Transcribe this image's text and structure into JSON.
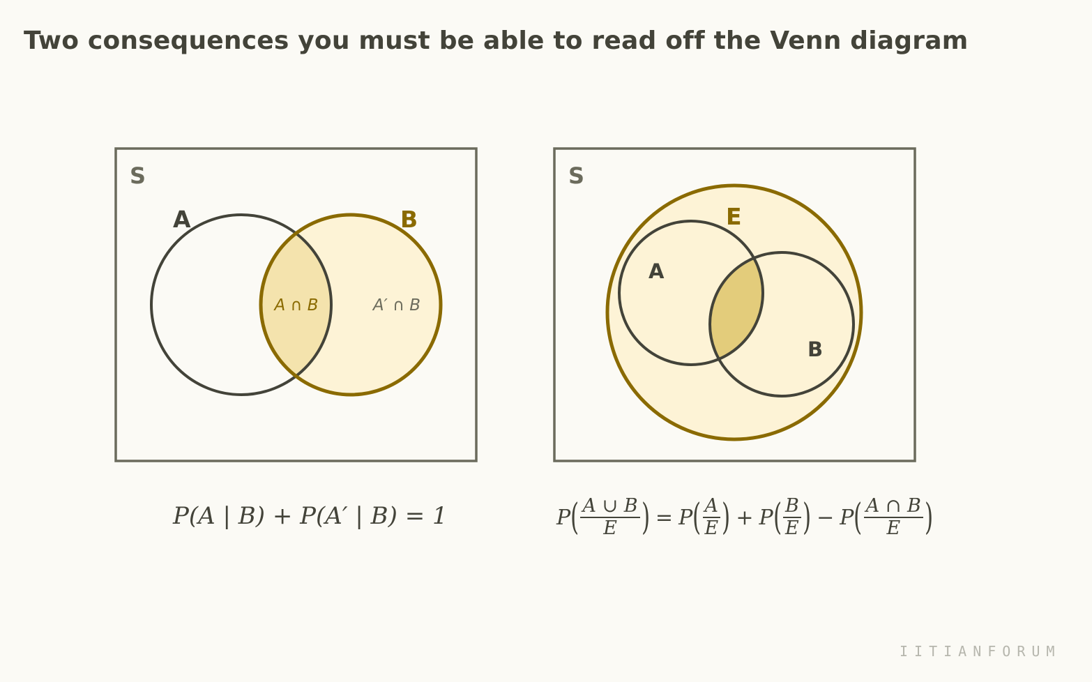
{
  "title": "Two consequences you must be able to read off the Venn diagram",
  "left_panel": {
    "universe_label": "S",
    "set_a_label": "A",
    "set_b_label": "B",
    "region_a_and_b": "A ∩ B",
    "region_not_a_and_b": "A′ ∩ B",
    "formula": {
      "p": "P",
      "lhs_open": "(A | B) + ",
      "rhs": "(A′ | B) = 1"
    }
  },
  "right_panel": {
    "universe_label": "S",
    "set_e_label": "E",
    "set_a_label": "A",
    "set_b_label": "B",
    "formula": {
      "p": "P",
      "union_num": "A ∪ B",
      "intersect_num": "A ∩ B",
      "a_num": "A",
      "b_num": "B",
      "den": "E",
      "eq": "=",
      "plus": "+",
      "minus": "−"
    }
  },
  "watermark": "IITIANFORUM",
  "colors": {
    "dark": "#434339",
    "gold": "#8a6a00",
    "cream_fill": "#fdf3d6",
    "overlap_light": "#f4e3ad",
    "overlap_strong": "#e3cc7b",
    "frame": "#6b6b5c",
    "background": "#fbfaf5"
  }
}
